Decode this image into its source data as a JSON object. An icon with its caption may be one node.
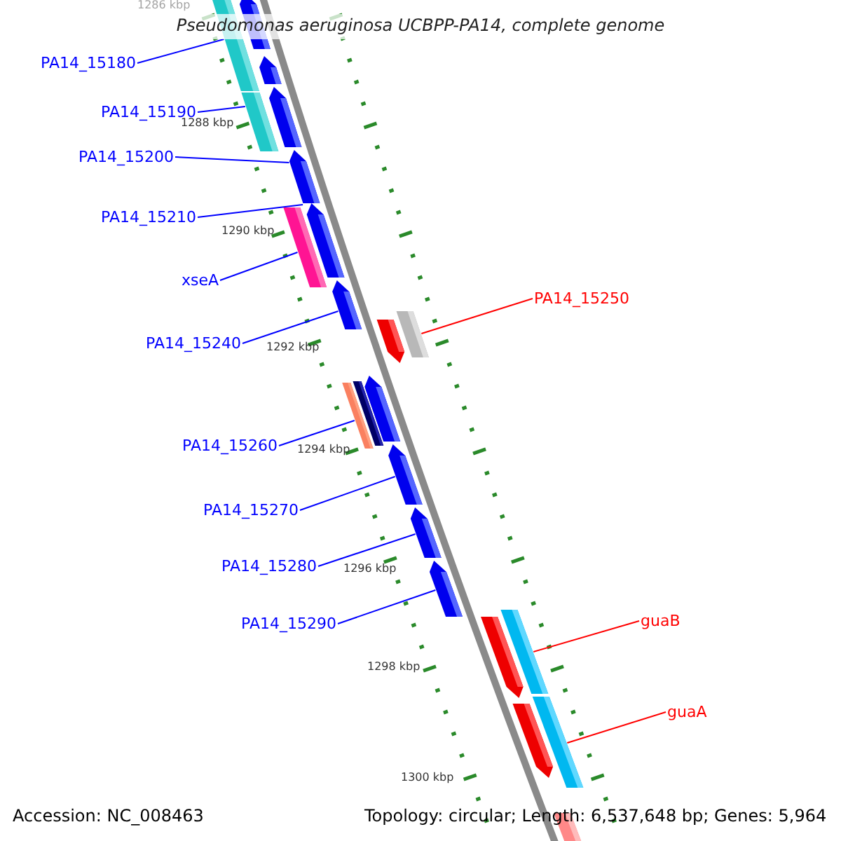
{
  "diagram": {
    "title": "Pseudomonas aeruginosa UCBPP-PA14, complete genome",
    "nodes": [
      {
        "text": [
          "PA14_15180"
        ]
      },
      {
        "text": [
          "PA14_15190"
        ]
      },
      {
        "text": [
          "PA14_15200"
        ]
      },
      {
        "text": [
          "PA14_15210"
        ]
      },
      {
        "text": [
          "xseA"
        ]
      },
      {
        "text": [
          "PA14_15240"
        ]
      },
      {
        "text": [
          "PA14_15250"
        ]
      },
      {
        "text": [
          "PA14_15260"
        ]
      },
      {
        "text": [
          "PA14_15270"
        ]
      },
      {
        "text": [
          "PA14_15280"
        ]
      },
      {
        "text": [
          "PA14_15290"
        ]
      },
      {
        "text": [
          "guaB"
        ]
      },
      {
        "text": [
          "guaA"
        ]
      },
      {
        "text": [],
        "shape": "bar"
      },
      {
        "text": [],
        "shape": "arrow"
      },
      {
        "text": [],
        "shape": "arrow"
      },
      {
        "text": [],
        "shape": "arrow"
      },
      {
        "text": [],
        "shape": "bar"
      },
      {
        "text": [],
        "shape": "arrow"
      },
      {
        "text": [],
        "shape": "arrow"
      },
      {
        "text": [],
        "shape": "bar"
      },
      {
        "text": [],
        "shape": "arrow"
      },
      {
        "text": [],
        "shape": "bar"
      },
      {
        "text": [],
        "shape": "arrow"
      },
      {
        "text": [],
        "shape": "arrow"
      },
      {
        "text": [],
        "shape": "bar"
      },
      {
        "text": [],
        "shape": "bar"
      },
      {
        "text": [],
        "shape": "arrow"
      },
      {
        "text": [],
        "shape": "arrow"
      },
      {
        "text": [],
        "shape": "arrow"
      },
      {
        "text": [],
        "shape": "bar"
      },
      {
        "text": [],
        "shape": "arrow"
      },
      {
        "text": [],
        "shape": "bar"
      },
      {
        "text": [],
        "shape": "arrow"
      },
      {
        "text": [],
        "shape": "bar"
      }
    ],
    "edges": [
      {
        "from": 0,
        "to": 13,
        "arrow": "none"
      },
      {
        "from": 1,
        "to": 17,
        "arrow": "none"
      },
      {
        "from": 2,
        "to": 18,
        "arrow": "none"
      },
      {
        "from": 3,
        "to": 19,
        "arrow": "none"
      },
      {
        "from": 4,
        "to": 20,
        "arrow": "none"
      },
      {
        "from": 5,
        "to": 21,
        "arrow": "none"
      },
      {
        "from": 6,
        "to": 22,
        "arrow": "none",
        "color": "#ff0000"
      },
      {
        "from": 7,
        "to": 26,
        "arrow": "none"
      },
      {
        "from": 8,
        "to": 27,
        "arrow": "none"
      },
      {
        "from": 9,
        "to": 28,
        "arrow": "none"
      },
      {
        "from": 10,
        "to": 29,
        "arrow": "none"
      },
      {
        "from": 11,
        "to": 30,
        "arrow": "none",
        "color": "#ff0000"
      },
      {
        "from": 12,
        "to": 32,
        "arrow": "none",
        "color": "#ff0000"
      }
    ],
    "labels": [
      "1286 kbp",
      "1288 kbp",
      "1290 kbp",
      "1292 kbp",
      "1294 kbp",
      "1296 kbp",
      "1298 kbp",
      "1300 kbp",
      "Accession: NC_008463",
      "Topology: circular; Length: 6,537,648 bp; Genes: 5,964"
    ]
  }
}
